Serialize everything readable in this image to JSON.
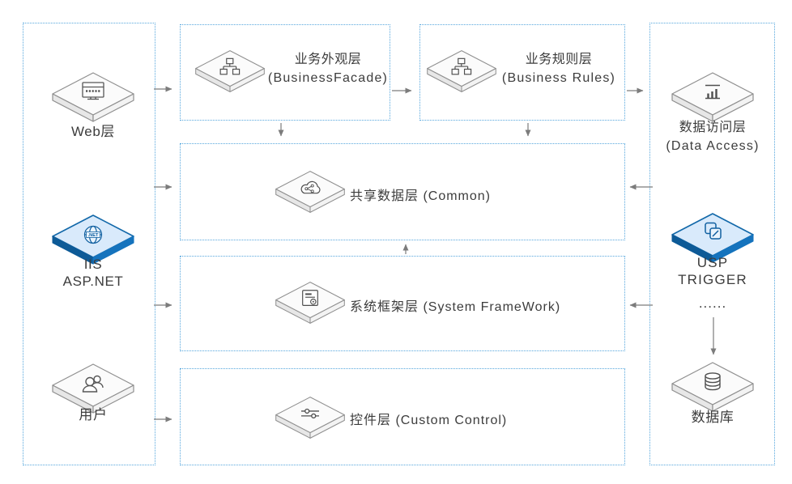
{
  "colors": {
    "background": "#ffffff",
    "container_border": "#57a7dd",
    "arrow": "#7c7c7c",
    "text": "#3c3c3c",
    "node_top_face": "#fbfbfb",
    "node_side_face": "#e8e8e8",
    "node_stroke": "#8f8f8f",
    "blue_node_top": "#d9eafb",
    "blue_node_side": "#0d5a97",
    "blue_node_stroke": "#1268a9"
  },
  "icons": {
    "web": "browser-window",
    "iis": "dotnet-globe",
    "user": "person",
    "facade": "sitemap-hierarchy",
    "rules": "sitemap-hierarchy",
    "common": "cloud-share",
    "framework": "form-document",
    "control": "sliders",
    "data_access": "bar-chart",
    "usp": "overlapping-pages-slash",
    "database": "database-cylinders"
  },
  "nodes": {
    "web": {
      "label": "Web层"
    },
    "iis": {
      "line1": "IIS",
      "line2": "ASP.NET"
    },
    "user": {
      "label": "用户"
    },
    "facade": {
      "title": "业务外观层",
      "subtitle": "(BusinessFacade)"
    },
    "rules": {
      "title": "业务规则层",
      "subtitle": "(Business Rules)"
    },
    "common": {
      "title": "共享数据层 (Common)"
    },
    "framework": {
      "title": "系统框架层 (System FrameWork)"
    },
    "control": {
      "title": "控件层 (Custom Control)"
    },
    "data_access": {
      "title": "数据访问层",
      "subtitle": "(Data Access)"
    },
    "usp": {
      "line1": "USP",
      "line2": "TRIGGER",
      "line3": "......"
    },
    "database": {
      "label": "数据库"
    }
  }
}
